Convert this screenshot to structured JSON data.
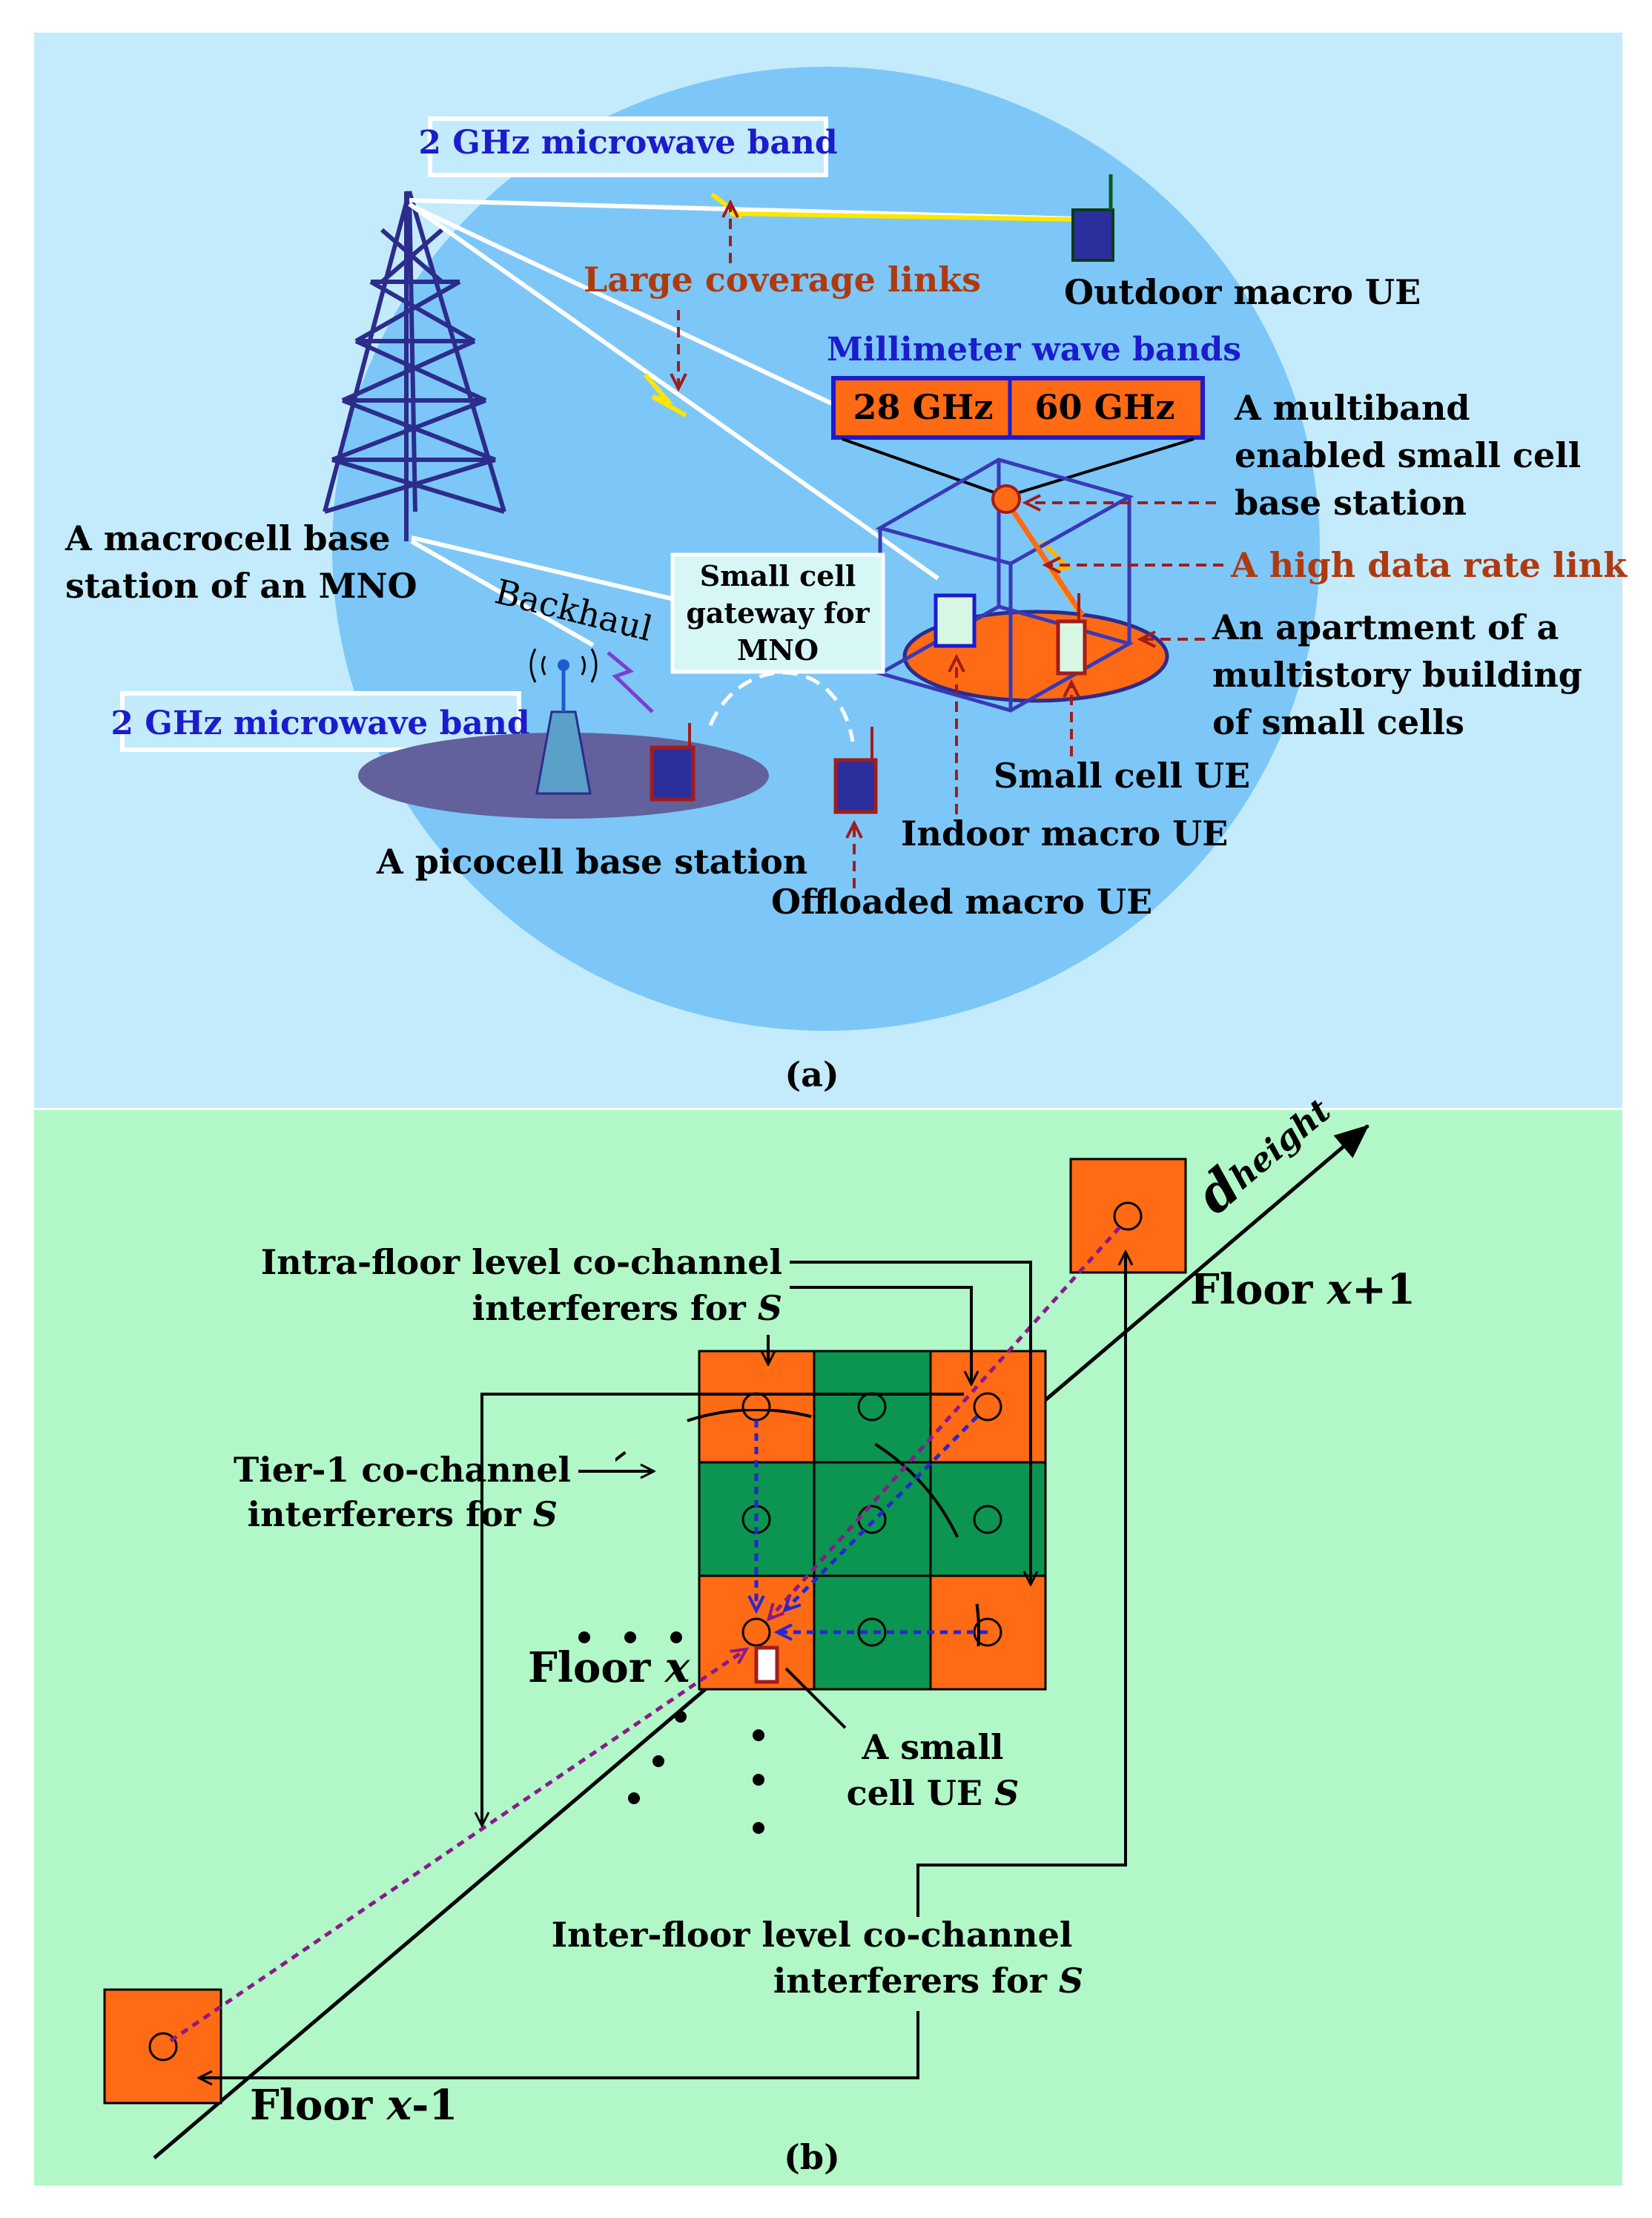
{
  "panel_a": {
    "caption": "(a)",
    "band_top": "2 GHz microwave band",
    "band_left": "2 GHz microwave band",
    "large_coverage": "Large coverage links",
    "outdoor_ue": "Outdoor macro UE",
    "mmwave_title": "Millimeter wave bands",
    "band_28": "28 GHz",
    "band_60": "60 GHz",
    "multiband_1": "A multiband",
    "multiband_2": "enabled small cell",
    "multiband_3": "base station",
    "high_rate": "A high data rate link",
    "apartment_1": "An apartment of a",
    "apartment_2": "multistory building",
    "apartment_3": "of small cells",
    "macro_bs_1": "A macrocell base",
    "macro_bs_2": "station of an MNO",
    "backhaul": "Backhaul",
    "gateway_1": "Small cell",
    "gateway_2": "gateway for",
    "gateway_3": "MNO",
    "small_cell_ue": "Small cell UE",
    "indoor_ue": "Indoor macro UE",
    "pico_bs": "A picocell base station",
    "offloaded_ue": "Offloaded macro UE"
  },
  "panel_b": {
    "caption": "(b)",
    "d_main": "d",
    "d_sub": "height",
    "floor_word": "Floor",
    "floor_var": "x",
    "floor_plus": "+1",
    "floor_minus": "-1",
    "intra_1": "Intra-floor level co-channel",
    "intra_2": "interferers for",
    "tier_1": "Tier-1 co-channel",
    "tier_2": "interferers for",
    "inter_1": "Inter-floor level co-channel",
    "inter_2": "interferers for",
    "s_var": "S",
    "small_ue_1": "A small",
    "small_ue_2": "cell UE"
  },
  "colors": {
    "panel_a_bg": "#c3ebfc",
    "cell_ellipse": "#7cc7f7",
    "panel_b_bg": "#b1f7c8",
    "orange": "#ff6a14",
    "green": "#0b9550",
    "tower": "#2c2c8c",
    "red_label": "#b03a10",
    "blue_label": "#1c1ccc",
    "purple": "#8a1a8a",
    "dotted_blue": "#2727d0"
  }
}
